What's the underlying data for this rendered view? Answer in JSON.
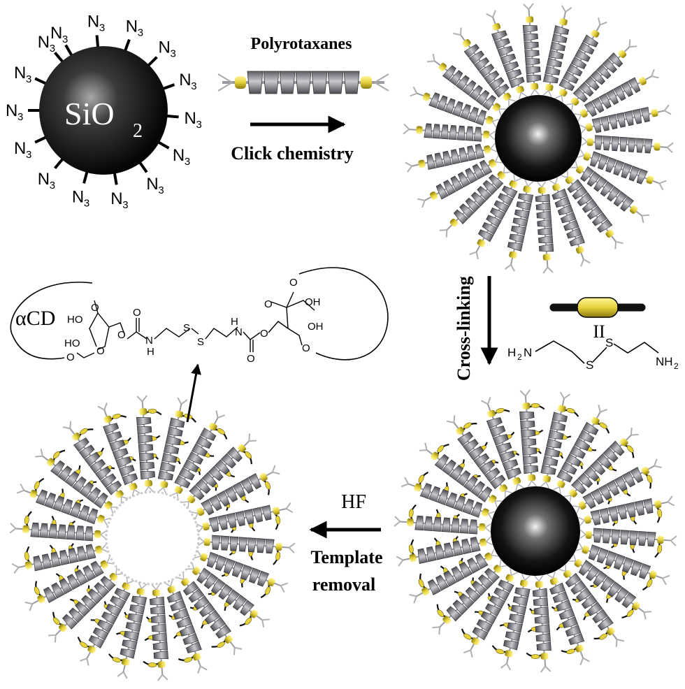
{
  "labels": {
    "sio2_main": "SiO",
    "sio2_sub": "2",
    "azide_main": "N",
    "azide_sub": "3",
    "polyrotaxanes": "Polyrotaxanes",
    "click_chemistry": "Click chemistry",
    "cross_linking": "Cross-linking",
    "hf": "HF",
    "template": "Template",
    "removal": "removal",
    "acd": "αCD",
    "equals": "II"
  },
  "chem": {
    "h2n": "H",
    "h2n_sub": "2",
    "h2n_n": "N",
    "nh2_n": "NH",
    "nh2_sub": "2",
    "s": "S",
    "ho": "HO",
    "oh": "OH",
    "o": "O",
    "n": "N",
    "h": "H"
  },
  "colors": {
    "sphere": "#111111",
    "ring": "#8d8d95",
    "linker": "#e6d23a",
    "tail": "#b0b0b4",
    "arrow": "#000000"
  }
}
